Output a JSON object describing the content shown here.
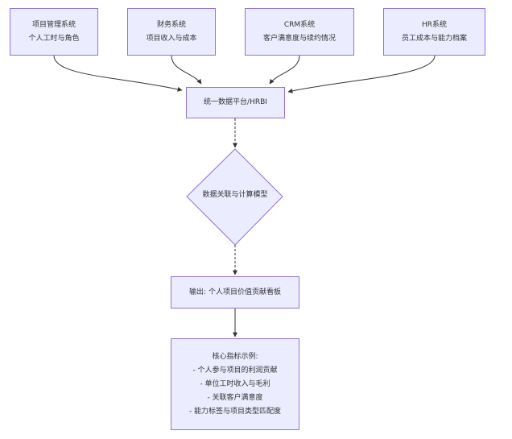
{
  "sources": [
    {
      "title": "项目管理系统",
      "desc": "个人工时与角色"
    },
    {
      "title": "财务系统",
      "desc": "项目收入与成本"
    },
    {
      "title": "CRM系统",
      "desc": "客户满意度与续约情况"
    },
    {
      "title": "HR系统",
      "desc": "员工成本与能力档案"
    }
  ],
  "platform": "统一数据平台/HRBI",
  "decision": "数据关联与计算模型",
  "output": "输出: 个人项目价值贡献看板",
  "core": {
    "title": "核心指标示例:",
    "items": [
      "- 个人参与项目的利润贡献",
      "- 单位工时收入与毛利",
      "- 关联客户满意度",
      "- 能力标签与项目类型匹配度"
    ]
  },
  "colors": {
    "node_fill": "#ececff",
    "node_border": "#9370db",
    "edge": "#333333",
    "text": "#333333"
  }
}
